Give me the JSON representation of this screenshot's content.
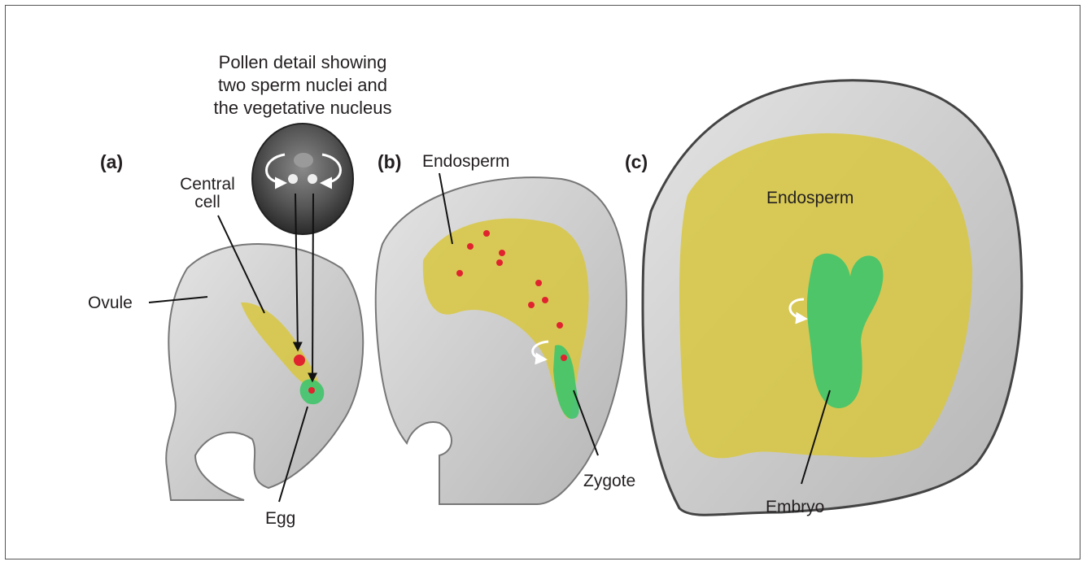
{
  "pollen_caption": [
    "Pollen detail showing",
    "two sperm nuclei and",
    "the vegetative nucleus"
  ],
  "panels": {
    "a": "(a)",
    "b": "(b)",
    "c": "(c)"
  },
  "labels": {
    "central_cell": [
      "Central",
      "cell"
    ],
    "ovule": "Ovule",
    "egg": "Egg",
    "endosperm_b": "Endosperm",
    "zygote": "Zygote",
    "endosperm_c": "Endosperm",
    "embryo": "Embryo"
  },
  "colors": {
    "endosperm": "#d8c73f",
    "embryo": "#3fc46a",
    "nucleus": "#e0232e",
    "tissue": "#c9c9c9",
    "pollen": "#4a4a4a"
  }
}
